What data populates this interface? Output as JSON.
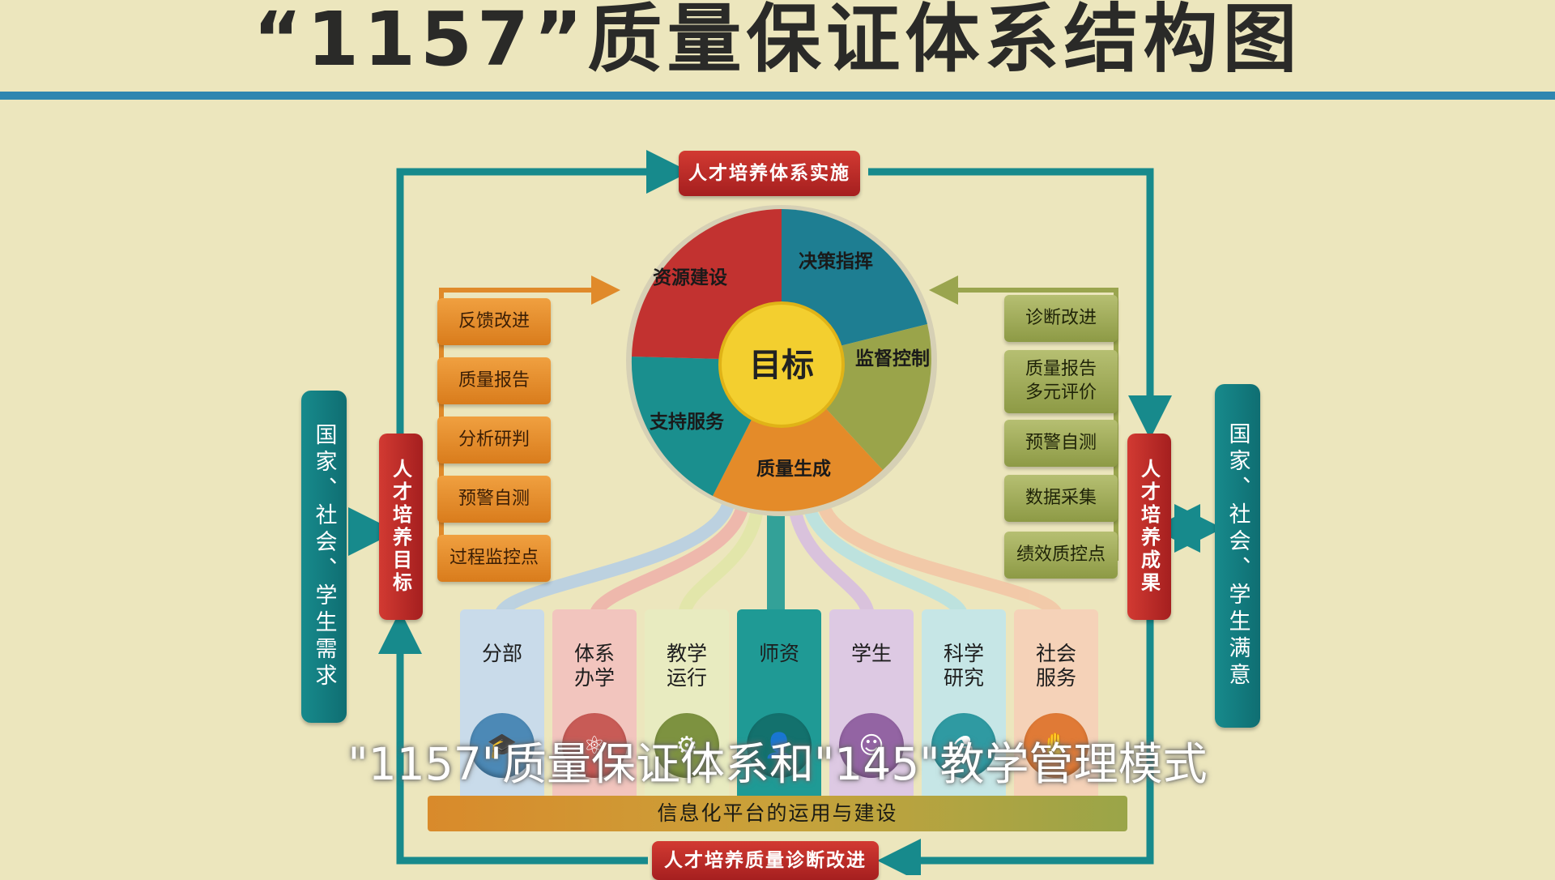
{
  "title": "“1157”质量保证体系结构图",
  "top_banner": "人才培养体系实施",
  "bottom_banner": "人才培养质量诊断改进",
  "left_outer": "国家、社会、学生需求",
  "left_inner": "人才培养目标",
  "right_inner": "人才培养成果",
  "right_outer": "国家、社会、学生满意",
  "left_tags": [
    "反馈改进",
    "质量报告",
    "分析研判",
    "预警自测",
    "过程监控点"
  ],
  "right_tags": [
    "诊断改进",
    "质量报告 多元评价",
    "预警自测",
    "数据采集",
    "绩效质控点"
  ],
  "center": {
    "core": "目标",
    "segments": [
      "决策指挥",
      "监督控制",
      "质量生成",
      "支持服务",
      "资源建设"
    ]
  },
  "columns": [
    {
      "label": "分部",
      "color": "#c9dbea",
      "icon_color": "#4c89b6",
      "icon": "graduation-cap-icon"
    },
    {
      "label": "体系 办学",
      "color": "#f2c5be",
      "icon_color": "#c85b56",
      "icon": "atom-icon"
    },
    {
      "label": "教学 运行",
      "color": "#e8ebc0",
      "icon_color": "#7d9240",
      "icon": "gear-icon"
    },
    {
      "label": "师资",
      "color": "#1f9a95",
      "icon_color": "#13716d",
      "icon": "teacher-icon"
    },
    {
      "label": "学生",
      "color": "#ddc9e3",
      "icon_color": "#9364a3",
      "icon": "student-icon"
    },
    {
      "label": "科学 研究",
      "color": "#c6e6e6",
      "icon_color": "#2f9aa2",
      "icon": "flask-icon"
    },
    {
      "label": "社会 服务",
      "color": "#f5d2b8",
      "icon_color": "#e07a36",
      "icon": "handshake-icon"
    }
  ],
  "platform": "信息化平台的运用与建设",
  "caption": "\"1157\"质量保证体系和\"145\"教学管理模式",
  "colors": {
    "teal": "#178a8c",
    "red": "#c02c28",
    "orange": "#e08a2a",
    "green": "#9aa54e",
    "blue_rule": "#2f86b0"
  }
}
